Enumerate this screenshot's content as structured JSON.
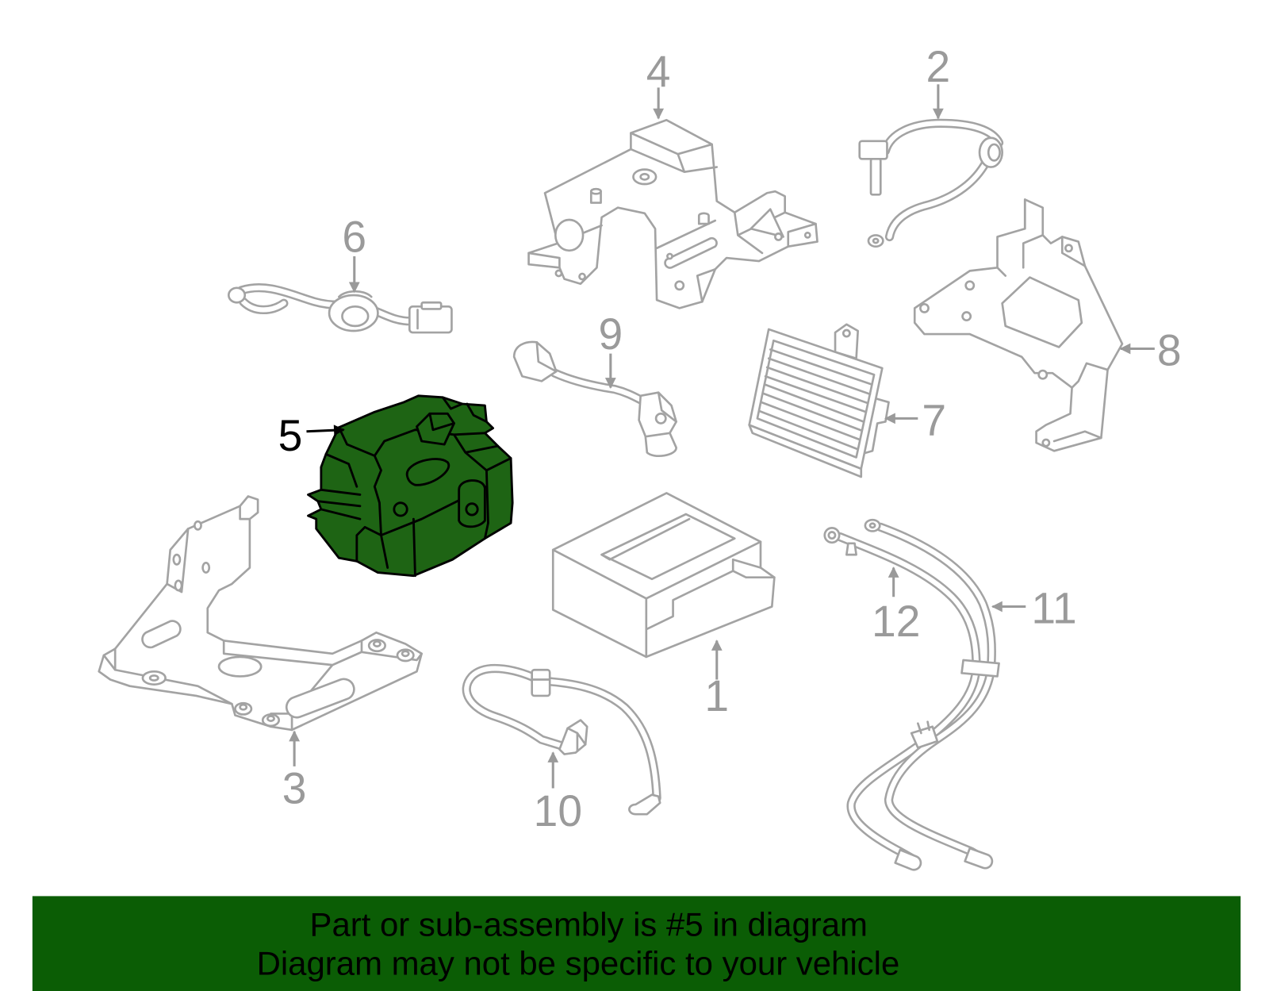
{
  "diagram": {
    "callouts": [
      "1",
      "2",
      "3",
      "4",
      "5",
      "6",
      "7",
      "8",
      "9",
      "10",
      "11",
      "12"
    ]
  },
  "banner": {
    "line_1": "Part or sub-assembly is #5 in diagram",
    "line_2": "Diagram may not be specific to your vehicle"
  },
  "colors": {
    "part_line": "#a3a3a3",
    "callout_text": "#9a9a9a",
    "highlight_fill": "#1e6414",
    "highlight_outline": "#000000",
    "banner_background": "#0b5d05",
    "banner_text": "#000000"
  }
}
